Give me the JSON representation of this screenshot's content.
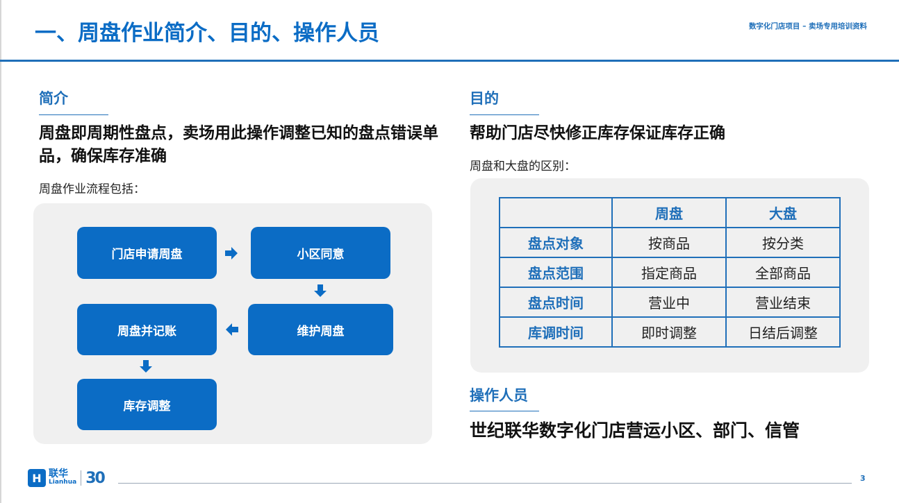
{
  "header": {
    "title": "一、周盘作业简介、目的、操作人员",
    "subtitle": "数字化门店项目 – 卖场专用培训资料"
  },
  "intro": {
    "heading": "简介",
    "statement": "周盘即周期性盘点，卖场用此操作调整已知的盘点错误单品，确保库存准确",
    "flow_label": "周盘作业流程包括：",
    "flow_steps": [
      "门店申请周盘",
      "小区同意",
      "维护周盘",
      "周盘并记账",
      "库存调整"
    ]
  },
  "purpose": {
    "heading": "目的",
    "statement": "帮助门店尽快修正库存保证库存正确",
    "compare_label": "周盘和大盘的区别：",
    "table": {
      "columns": [
        "",
        "周盘",
        "大盘"
      ],
      "rows": [
        {
          "label": "盘点对象",
          "weekly": "按商品",
          "full": "按分类"
        },
        {
          "label": "盘点范围",
          "weekly": "指定商品",
          "full": "全部商品"
        },
        {
          "label": "盘点时间",
          "weekly": "营业中",
          "full": "营业结束"
        },
        {
          "label": "库调时间",
          "weekly": "即时调整",
          "full": "日结后调整"
        }
      ]
    }
  },
  "operators": {
    "heading": "操作人员",
    "statement": "世纪联华数字化门店营运小区、部门、信管"
  },
  "footer": {
    "logo_cn": "联华",
    "logo_en": "Lianhua",
    "logo_30": "30",
    "page_number": "3"
  },
  "colors": {
    "brand_blue": "#0b6cc5",
    "accent_blue": "#1f6fb9",
    "panel_gray": "#f0f0f0"
  }
}
